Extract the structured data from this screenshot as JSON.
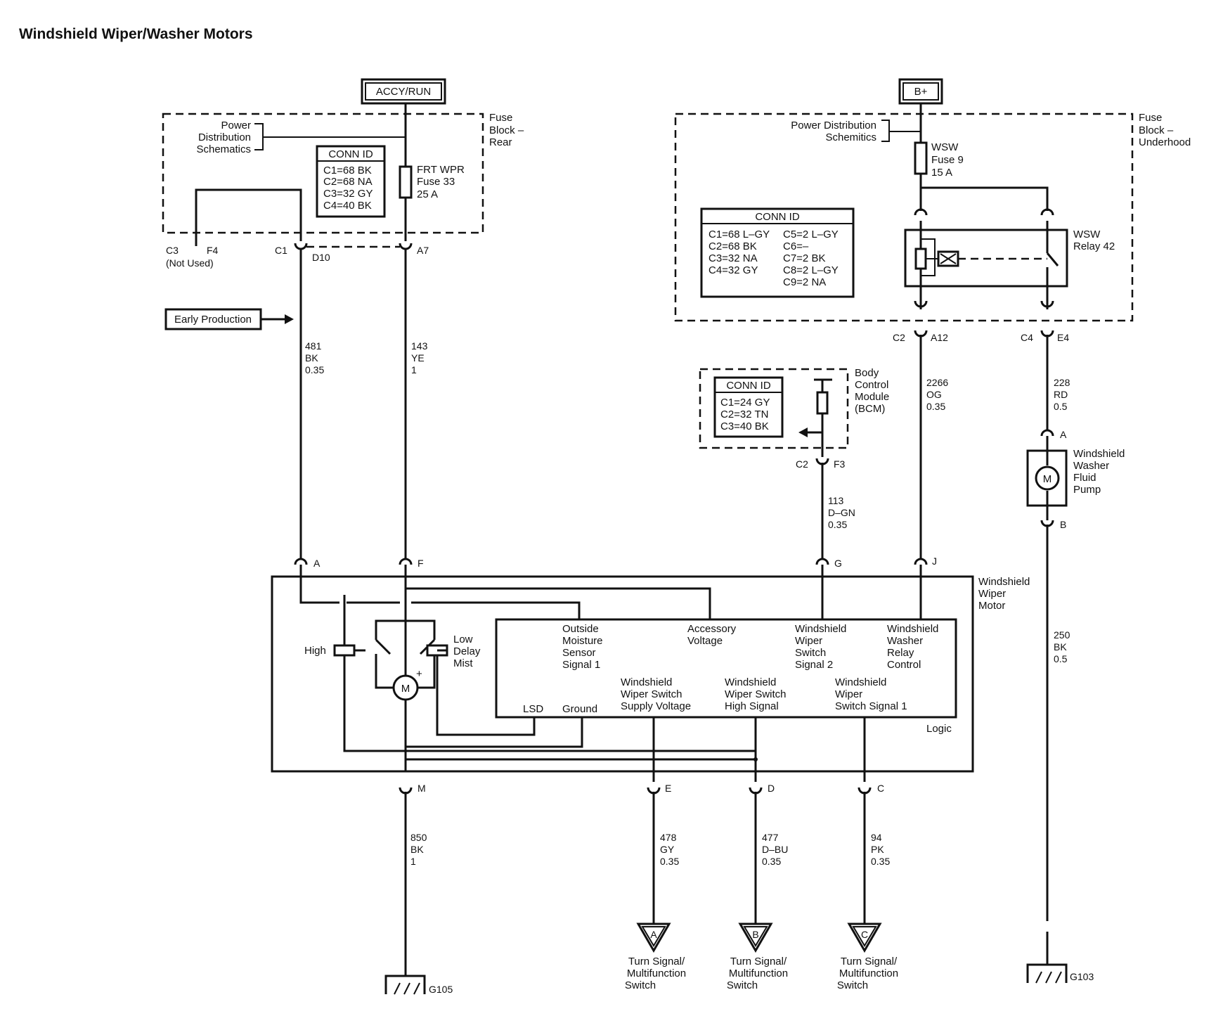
{
  "title": "Windshield Wiper/Washer Motors",
  "power_sources": {
    "accy_run": "ACCY/RUN",
    "b_plus": "B+"
  },
  "fuse_block_rear": {
    "label": [
      "Fuse",
      "Block –",
      "Rear"
    ],
    "power_distribution": [
      "Power",
      "Distribution",
      "Schematics"
    ],
    "conn_id_title": "CONN ID",
    "conn_id": [
      "C1=68 BK",
      "C2=68 NA",
      "C3=32 GY",
      "C4=40 BK"
    ],
    "fuse": [
      "FRT WPR",
      "Fuse 33",
      "25 A"
    ]
  },
  "fuse_block_underhood": {
    "label": [
      "Fuse",
      "Block –",
      "Underhood"
    ],
    "power_distribution": [
      "Power Distribution",
      "Schemitics"
    ],
    "fuse": [
      "WSW",
      "Fuse 9",
      "15 A"
    ],
    "relay": [
      "WSW",
      "Relay 42"
    ],
    "conn_id_title": "CONN ID",
    "conn_id_left": [
      "C1=68 L–GY",
      "C2=68 BK",
      "C3=32 NA",
      "C4=32 GY"
    ],
    "conn_id_right": [
      "C5=2 L–GY",
      "C6=–",
      "C7=2 BK",
      "C8=2 L–GY",
      "C9=2 NA"
    ]
  },
  "bcm": {
    "label": [
      "Body",
      "Control",
      "Module",
      "(BCM)"
    ],
    "conn_id_title": "CONN ID",
    "conn_id": [
      "C1=24 GY",
      "C2=32 TN",
      "C3=40 BK"
    ]
  },
  "connectors": {
    "c3": "C3",
    "f4": "F4",
    "not_used": "(Not Used)",
    "c1": "C1",
    "d10": "D10",
    "a7": "A7",
    "c2_a12_c": "C2",
    "a12": "A12",
    "c4": "C4",
    "e4": "E4",
    "c2_f3_c": "C2",
    "f3": "F3",
    "pump_a": "A",
    "pump_b": "B",
    "motor_a": "A",
    "motor_f": "F",
    "motor_g": "G",
    "motor_j": "J",
    "motor_m": "M",
    "motor_e": "E",
    "motor_d": "D",
    "motor_c": "C"
  },
  "early_production": "Early Production",
  "wires": {
    "w481": [
      "481",
      "BK",
      "0.35"
    ],
    "w143": [
      "143",
      "YE",
      "1"
    ],
    "w2266": [
      "2266",
      "OG",
      "0.35"
    ],
    "w228": [
      "228",
      "RD",
      "0.5"
    ],
    "w113": [
      "113",
      "D–GN",
      "0.35"
    ],
    "w250": [
      "250",
      "BK",
      "0.5"
    ],
    "w850": [
      "850",
      "BK",
      "1"
    ],
    "w478": [
      "478",
      "GY",
      "0.35"
    ],
    "w477": [
      "477",
      "D–BU",
      "0.35"
    ],
    "w94": [
      "94",
      "PK",
      "0.35"
    ]
  },
  "washer_pump": {
    "label": [
      "Windshield",
      "Washer",
      "Fluid",
      "Pump"
    ],
    "symbol": "M"
  },
  "wiper_motor": {
    "label": [
      "Windshield",
      "Wiper",
      "Motor"
    ],
    "symbol": "M",
    "plus": "+",
    "high": "High",
    "low": [
      "Low",
      "Delay",
      "Mist"
    ],
    "logic": "Logic",
    "lsd": "LSD",
    "ground": "Ground",
    "outside_moisture": [
      "Outside",
      "Moisture",
      "Sensor",
      "Signal 1"
    ],
    "accessory_voltage": [
      "Accessory",
      "Voltage"
    ],
    "wiper_switch_signal_2": [
      "Windshield",
      "Wiper",
      "Switch",
      "Signal 2"
    ],
    "washer_relay_control": [
      "Windshield",
      "Washer",
      "Relay",
      "Control"
    ],
    "supply_voltage": [
      "Windshield",
      "Wiper Switch",
      "Supply Voltage"
    ],
    "high_signal": [
      "Windshield",
      "Wiper Switch",
      "High Signal"
    ],
    "switch_signal_1": [
      "Windshield",
      "Wiper",
      "Switch Signal 1"
    ]
  },
  "offpage": {
    "a": "A",
    "b": "B",
    "c": "C",
    "target": [
      "Turn Signal/",
      "Multifunction",
      "Switch"
    ]
  },
  "grounds": {
    "g105": "G105",
    "g103": "G103"
  }
}
